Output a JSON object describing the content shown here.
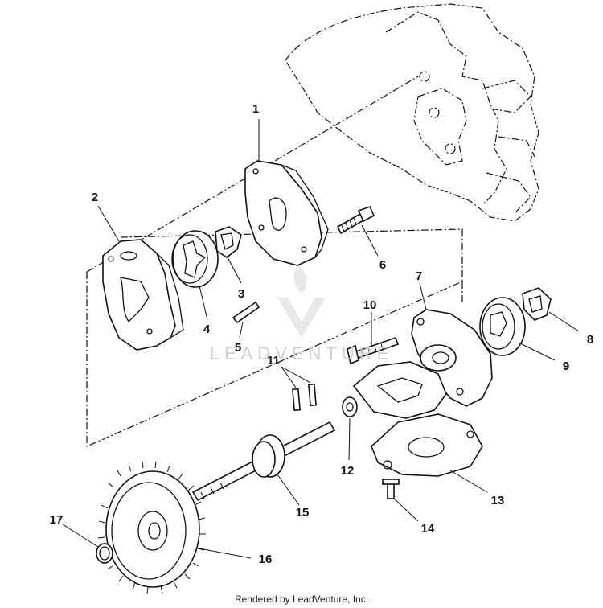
{
  "callouts": {
    "c1": "1",
    "c2": "2",
    "c3": "3",
    "c4": "4",
    "c5": "5",
    "c6": "6",
    "c7": "7",
    "c8": "8",
    "c9": "9",
    "c10": "10",
    "c11": "11",
    "c12": "12",
    "c13": "13",
    "c14": "14",
    "c15": "15",
    "c16": "16",
    "c17": "17"
  },
  "watermark": "LEADVENTURE",
  "footer": "Rendered by LeadVenture, Inc."
}
